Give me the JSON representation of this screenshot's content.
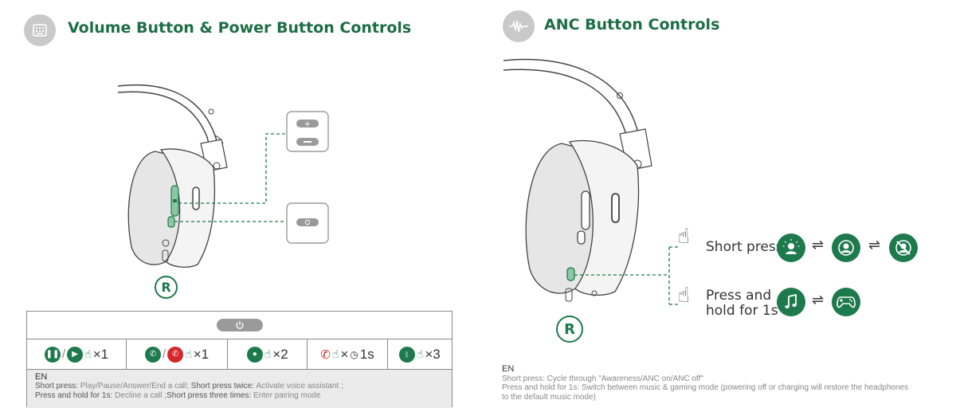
{
  "left_section": {
    "title": "Volume Button & Power Button Controls",
    "side_label": "R",
    "table": {
      "cells": [
        {
          "count": "×1"
        },
        {
          "count": "×1"
        },
        {
          "count": "×2"
        },
        {
          "count": "×",
          "hold": "1s"
        },
        {
          "count": "×3"
        }
      ],
      "lang": "EN",
      "line1_a_label": "Short press:",
      "line1_a_text": " Play/Pause/Answer/End a call;",
      "line1_b_label": " Short press twice:",
      "line1_b_text": " Activate voice assistant ;",
      "line2_a_label": "Press and hold for 1s:",
      "line2_a_text": " Decline a call ;",
      "line2_b_label": "Short press three times:",
      "line2_b_text": " Enter pairing mode"
    }
  },
  "right_section": {
    "title": "ANC Button Controls",
    "side_label": "R",
    "short_press_label": "Short press",
    "hold_label_1": "Press and",
    "hold_label_2": "hold for 1s",
    "lang": "EN",
    "line1": "Short press: Cycle through \"Awareness/ANC on/ANC off\"",
    "line2": "Press and hold for 1s: Switch between music & gaming mode (powering off or charging will restore the headphones",
    "line3": "to the default music mode)"
  },
  "colors": {
    "accent": "#1d7a4c",
    "title": "#1d6e45",
    "decline": "#d6262b",
    "icon_bg": "#c9c9c9"
  },
  "icons": [
    "keyboard-icon",
    "waveform-icon",
    "power-icon",
    "pause-icon",
    "play-icon",
    "answer-call-icon",
    "end-call-icon",
    "hand-tap-icon",
    "voice-assistant-icon",
    "decline-icon",
    "clock-icon",
    "bluetooth-icon",
    "awareness-icon",
    "anc-on-icon",
    "anc-off-icon",
    "music-icon",
    "gamepad-icon"
  ]
}
